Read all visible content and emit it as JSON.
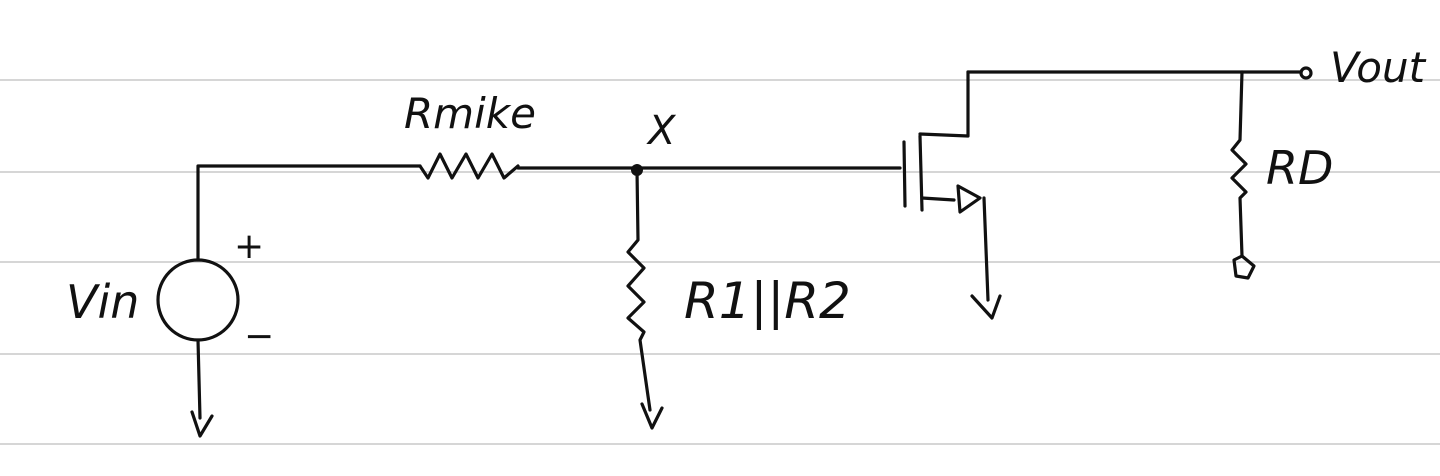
{
  "colors": {
    "paper": "#ffffff",
    "ruled_line": "#d6d6d6",
    "ink": "#111111"
  },
  "labels": {
    "vin": "Vin",
    "plus": "+",
    "minus": "−",
    "rmike": "Rmike",
    "node_x": "X",
    "r1r2": "R1||R2",
    "rd": "RD",
    "vout": "Vout"
  }
}
